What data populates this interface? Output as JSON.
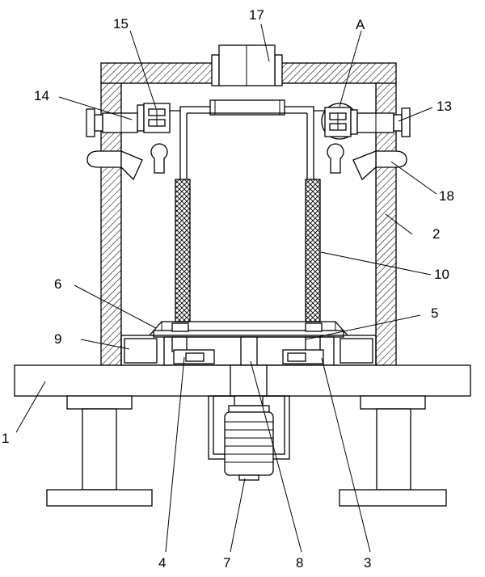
{
  "labels": {
    "l1": "1",
    "l2": "2",
    "l3": "3",
    "l4": "4",
    "l5": "5",
    "l6": "6",
    "l7": "7",
    "l8": "8",
    "l9": "9",
    "l10": "10",
    "l13": "13",
    "l14": "14",
    "l15": "15",
    "l17": "17",
    "l18": "18",
    "lA": "A"
  }
}
